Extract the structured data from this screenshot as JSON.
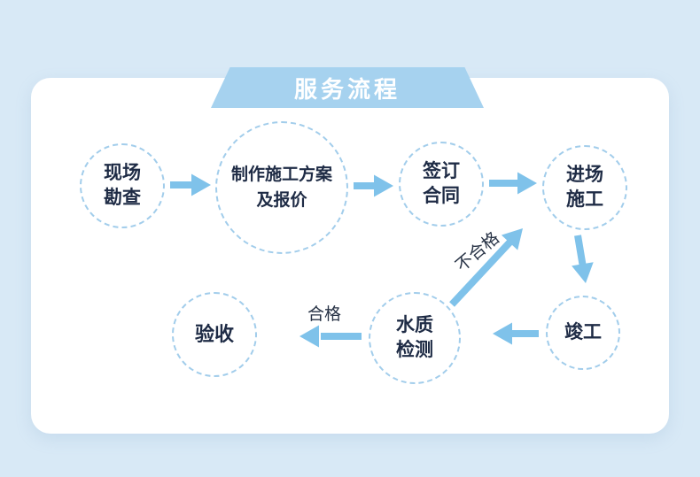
{
  "banner": {
    "title": "服务流程"
  },
  "nodes": [
    {
      "id": "site-survey",
      "label": "现场\n勘查"
    },
    {
      "id": "construction-plan",
      "label": "制作施工方案\n及报价"
    },
    {
      "id": "sign-contract",
      "label": "签订\n合同"
    },
    {
      "id": "enter-construction",
      "label": "进场\n施工"
    },
    {
      "id": "completion",
      "label": "竣工"
    },
    {
      "id": "water-quality-test",
      "label": "水质\n检测"
    },
    {
      "id": "acceptance",
      "label": "验收"
    }
  ],
  "edge_labels": {
    "qualified": "合格",
    "unqualified": "不合格"
  },
  "colors": {
    "page_background": "#d8e9f6",
    "card_background": "#ffffff",
    "banner_background": "#a6d2ef",
    "banner_text": "#ffffff",
    "arrow": "#7fc2ea",
    "node_border": "#a2cdeb",
    "node_text": "#1e2b45",
    "edge_label_text": "#273245"
  }
}
